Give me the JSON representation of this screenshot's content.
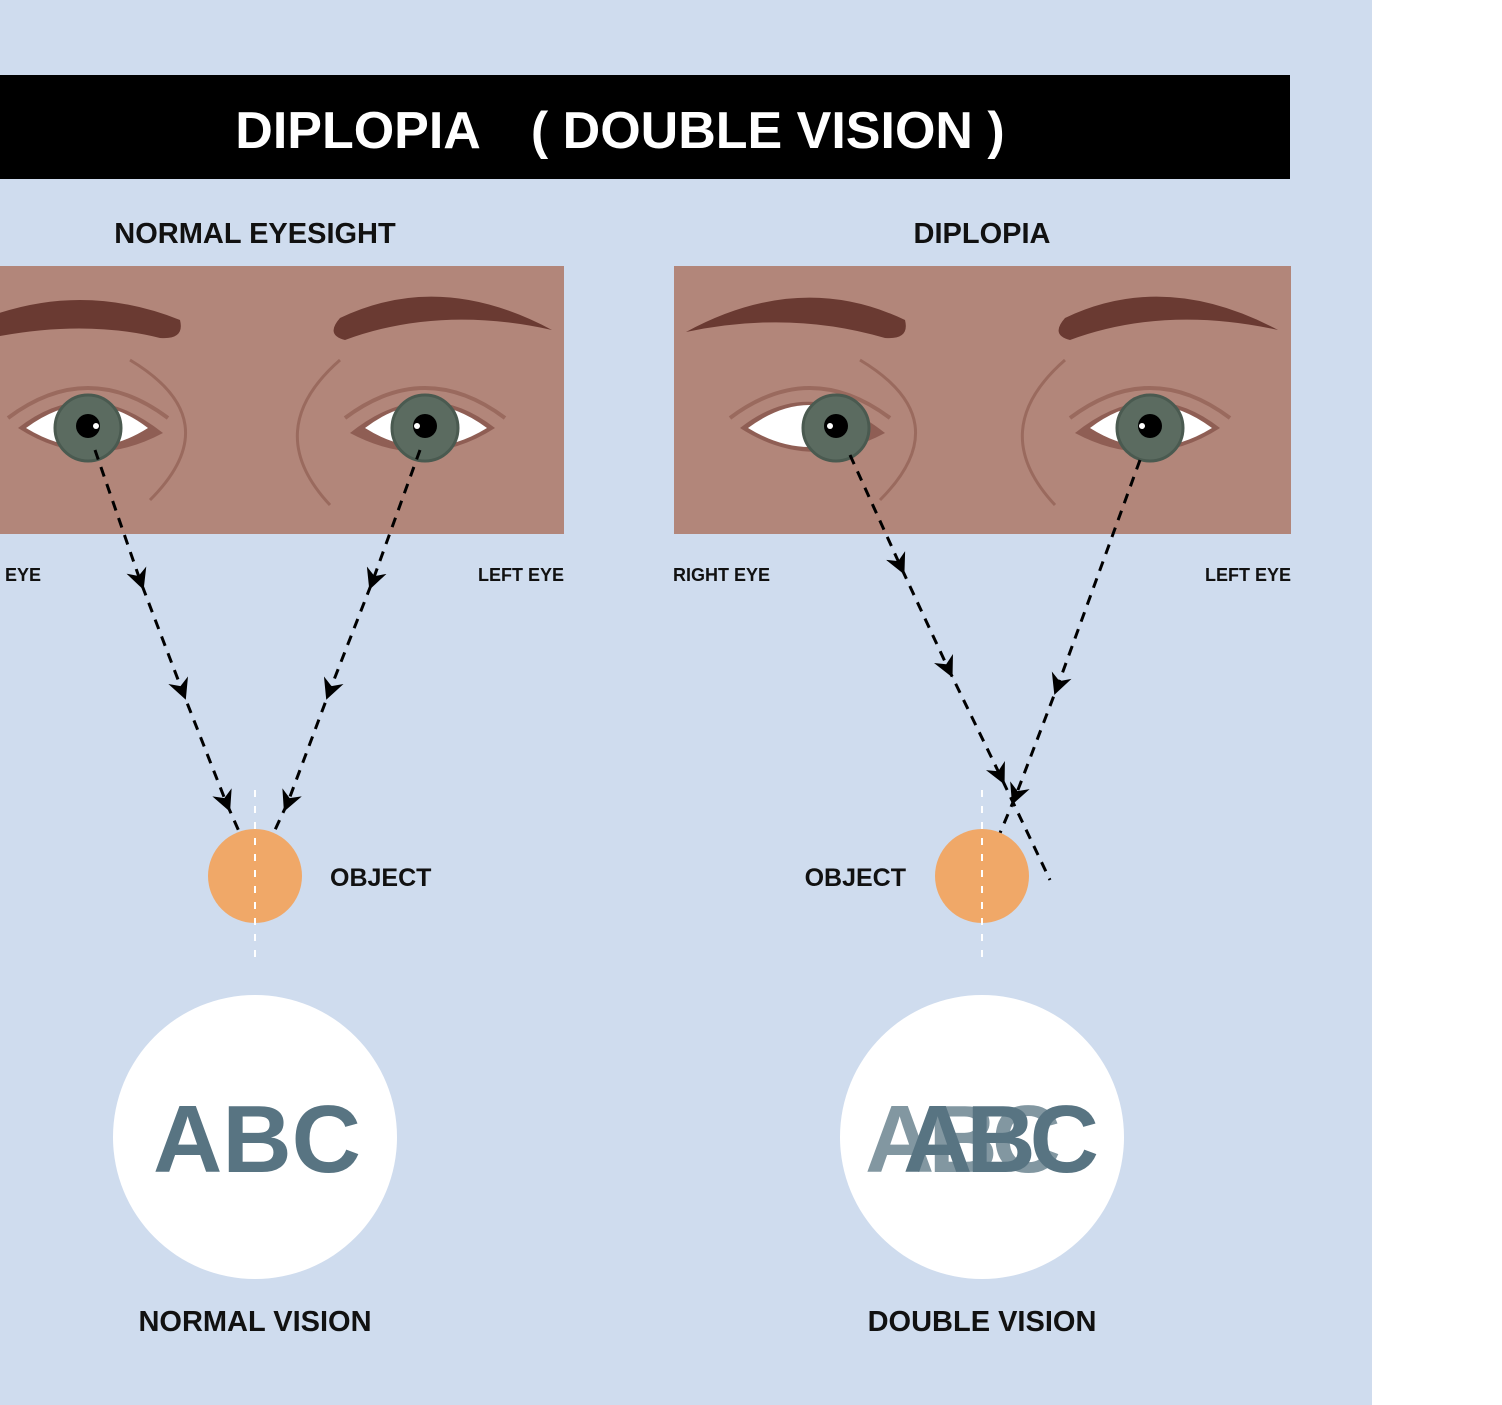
{
  "title": "DIPLOPIA　( DOUBLE VISION )",
  "colors": {
    "background": "#cfdcee",
    "title_bar": "#000000",
    "skin": "#b2867a",
    "brow": "#6a3a32",
    "iris": "#5b6b60",
    "object": "#f0a868",
    "letters": "#587482"
  },
  "normal": {
    "heading": "NORMAL EYESIGHT",
    "right_eye_label": "RIGHT EYE",
    "left_eye_label": "LEFT EYE",
    "object_label": "OBJECT",
    "vision_text": "ABC",
    "caption": "NORMAL VISION"
  },
  "diplopia": {
    "heading": "DIPLOPIA",
    "right_eye_label": "RIGHT EYE",
    "left_eye_label": "LEFT EYE",
    "object_label": "OBJECT",
    "vision_text": "ABC",
    "caption": "DOUBLE VISION"
  }
}
